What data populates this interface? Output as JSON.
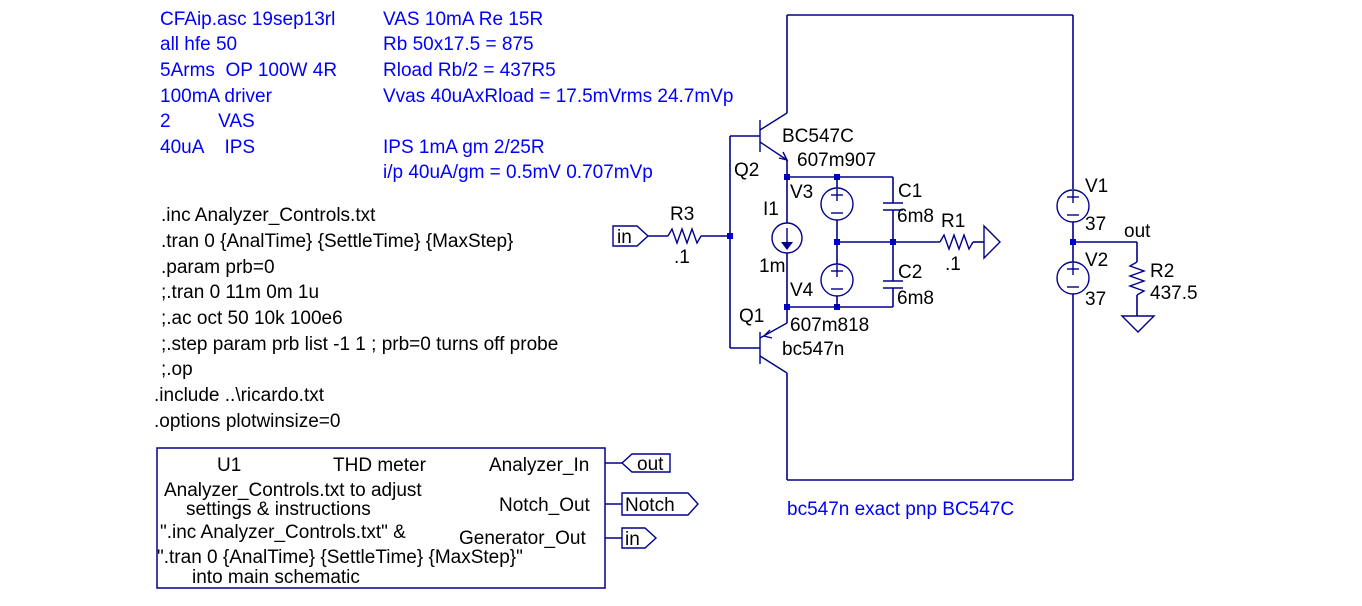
{
  "comment_block": {
    "left_lines": [
      "CFAip.asc 19sep13rl",
      "all hfe 50",
      "5Arms  OP 100W 4R",
      "100mA driver",
      "2         VAS",
      "40uA    IPS"
    ],
    "right_lines": [
      "VAS 10mA Re 15R",
      "Rb 50x17.5 = 875",
      "Rload Rb/2 = 437R5",
      "Vvas 40uAxRload = 17.5mVrms 24.7mVp",
      "",
      "IPS 1mA gm 2/25R",
      "i/p 40uA/gm = 0.5mV 0.707mVp"
    ]
  },
  "directives": [
    ".inc Analyzer_Controls.txt",
    ".tran 0 {AnalTime} {SettleTime} {MaxStep}",
    ".param prb=0",
    ";.tran 0 11m 0m 1u",
    ";.ac oct 50 10k 100e6",
    ";.step param prb list -1 1 ; prb=0 turns off probe",
    ";.op",
    ".include ..\\ricardo.txt",
    ".options plotwinsize=0"
  ],
  "thd_block": {
    "instance": "U1",
    "name": "THD meter",
    "desc_lines": [
      "Analyzer_Controls.txt to adjust",
      "settings & instructions",
      "\".inc Analyzer_Controls.txt\" &",
      "\".tran 0 {AnalTime} {SettleTime} {MaxStep}\"",
      "into main schematic"
    ],
    "pins": [
      "Analyzer_In",
      "Notch_Out",
      "Generator_Out"
    ],
    "port_labels": [
      "out",
      "Notch",
      "in"
    ]
  },
  "components": {
    "q2": {
      "name": "Q2",
      "model": "BC547C",
      "value": "607m907"
    },
    "q1": {
      "name": "Q1",
      "model": "bc547n",
      "value": "607m818"
    },
    "r3": {
      "name": "R3",
      "value": ".1"
    },
    "r1": {
      "name": "R1",
      "value": ".1"
    },
    "r2": {
      "name": "R2",
      "value": "437.5"
    },
    "i1": {
      "name": "I1",
      "value": "1m"
    },
    "v3": {
      "name": "V3"
    },
    "v4": {
      "name": "V4"
    },
    "c1": {
      "name": "C1",
      "value": "6m8"
    },
    "c2": {
      "name": "C2",
      "value": "6m8"
    },
    "v1": {
      "name": "V1",
      "value": "37"
    },
    "v2": {
      "name": "V2",
      "value": "37"
    }
  },
  "nets": {
    "in_label": "in",
    "out_label": "out"
  },
  "footer_note": "bc547n exact pnp BC547C",
  "colors": {
    "text_comment": "#0000ff",
    "text_directive": "#000000",
    "wire": "#00008b",
    "background": "#ffffff"
  }
}
